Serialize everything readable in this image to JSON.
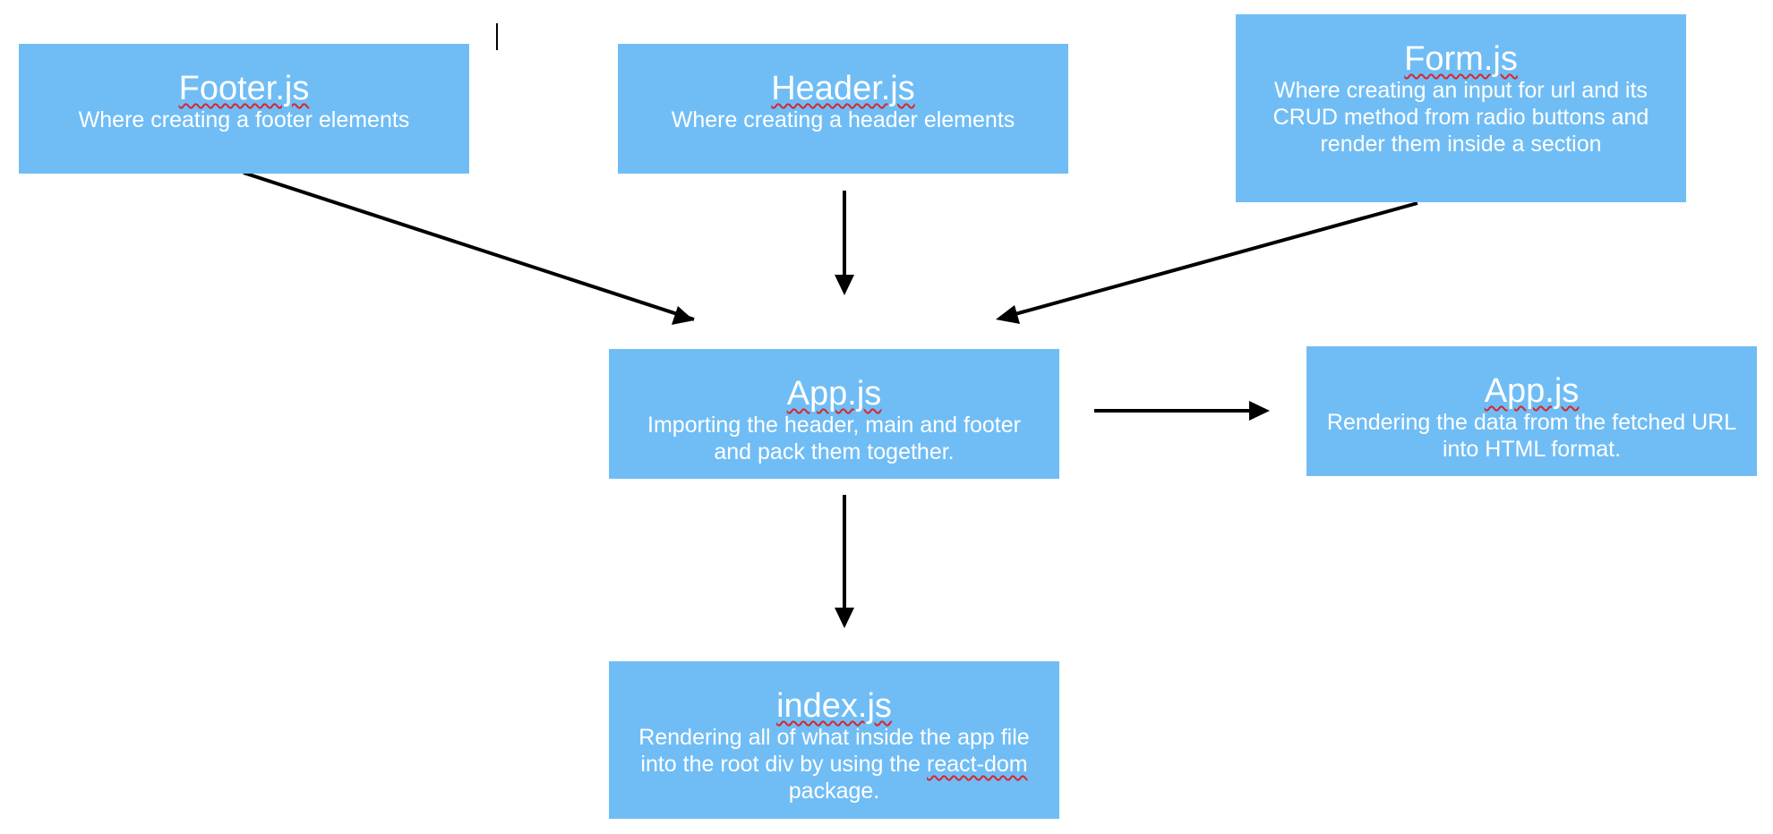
{
  "nodes": {
    "footer": {
      "title": "Footer.js",
      "description": "Where creating a footer elements"
    },
    "header": {
      "title": "Header.js",
      "description": "Where creating a header elements"
    },
    "form": {
      "title": "Form.js",
      "description": "Where creating an input for url and its CRUD method from radio buttons and render them inside a section"
    },
    "app": {
      "title": "App.js",
      "description": "Importing the header, main and footer and pack them together."
    },
    "app_render": {
      "title": "App.js",
      "description": "Rendering the data from the fetched URL into HTML format."
    },
    "index": {
      "title": "index.js",
      "description_before": "Rendering all of what inside the app file into the root div by using the ",
      "description_squiggle": "react-dom",
      "description_after": " package."
    }
  },
  "colors": {
    "box_fill": "#70bdf5",
    "text": "#ffffff",
    "arrow": "#000000",
    "spellcheck_underline": "#d9262c"
  }
}
